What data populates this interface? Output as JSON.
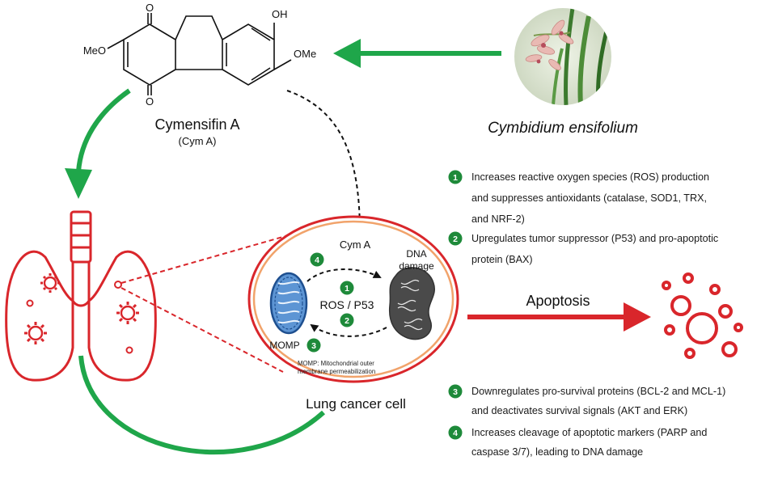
{
  "compound": {
    "name": "Cymensifin A",
    "abbr": "(Cym A)",
    "substituents": {
      "o_top": "O",
      "o_bottom": "O",
      "oh": "OH",
      "meo_left": "MeO",
      "ome_right": "OMe"
    }
  },
  "plant": {
    "name": "Cymbidium ensifolium"
  },
  "cell": {
    "caption": "Lung cancer cell",
    "cym_label": "Cym A",
    "dna_label": [
      "DNA",
      "damage"
    ],
    "ros_label": "ROS / P53",
    "momp_label": "MOMP",
    "momp_note": [
      "MOMP: Mitochondrial outer",
      "membrane permeabilization"
    ],
    "badges": [
      "1",
      "2",
      "3",
      "4"
    ]
  },
  "apoptosis_label": "Apoptosis",
  "mechanisms": [
    {
      "num": "1",
      "lines": [
        "Increases reactive oxygen species (ROS) production",
        "and suppresses antioxidants (catalase, SOD1, TRX,",
        "and NRF-2)"
      ]
    },
    {
      "num": "2",
      "lines": [
        "Upregulates tumor suppressor (P53) and pro-apoptotic",
        "protein (BAX)"
      ]
    },
    {
      "num": "3",
      "lines": [
        "Downregulates pro-survival proteins (BCL-2 and MCL-1)",
        "and deactivates survival signals (AKT and ERK)"
      ]
    },
    {
      "num": "4",
      "lines": [
        "Increases cleavage of apoptotic markers (PARP and",
        "caspase 3/7), leading to DNA damage"
      ]
    }
  ],
  "colors": {
    "green": "#1fa64a",
    "red": "#d9262b",
    "dark_green": "#1e8a3a",
    "mito_blue": "#2a6fb5",
    "nucleus": "#4a4a4a"
  }
}
